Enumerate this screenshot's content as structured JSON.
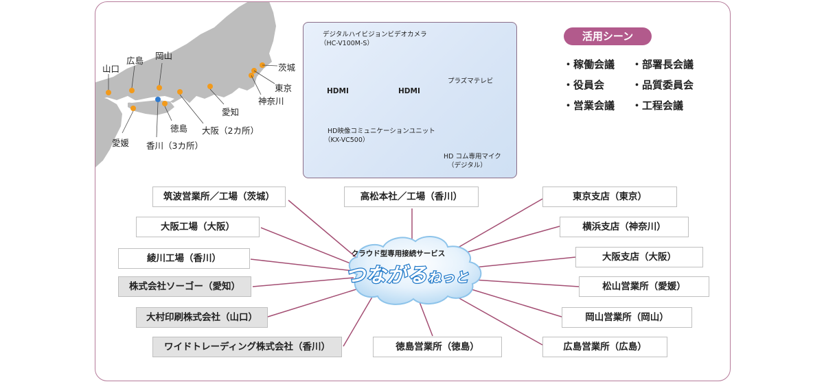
{
  "map": {
    "labels": {
      "yamaguchi": "山口",
      "hiroshima": "広島",
      "okayama": "岡山",
      "ibaraki": "茨城",
      "tokyo": "東京",
      "kanagawa": "神奈川",
      "aichi": "愛知",
      "tokushima": "徳島",
      "osaka": "大阪（2カ所）",
      "ehime": "愛媛",
      "kagawa": "香川（3カ所）"
    },
    "colors": {
      "land": "#bdbdbd",
      "site_dot": "#f29a1b",
      "hq_dot": "#2f7bd0"
    }
  },
  "equipment": {
    "camera": "デジタルハイビジョンビデオカメラ",
    "camera_model": "（HC-V100M-S）",
    "tv": "プラズマテレビ",
    "hdmi_left": "HDMI",
    "hdmi_right": "HDMI",
    "unit": "HD映像コミュニケーションユニット",
    "unit_model": "（KX-VC500）",
    "mic": "HD コム専用マイク",
    "mic_note": "（デジタル）"
  },
  "scenes": {
    "title": "活用シーン",
    "items": [
      "・稼働会議",
      "・部署長会議",
      "・役員会",
      "・品質委員会",
      "・営業会議",
      "・工程会議"
    ]
  },
  "cloud": {
    "subtitle": "クラウド型専用接続サービス",
    "name_main": "つながる",
    "name_sub": "ねっと"
  },
  "sites": {
    "left": [
      "筑波営業所／工場（茨城）",
      "大阪工場（大阪）",
      "綾川工場（香川）",
      "株式会社ソーゴー（愛知）",
      "大村印刷株式会社（山口）",
      "ワイドトレーディング株式会社（香川）"
    ],
    "top_center": "高松本社／工場（香川）",
    "bottom_center": "徳島営業所（徳島）",
    "right": [
      "東京支店（東京）",
      "横浜支店（神奈川）",
      "大阪支店（大阪）",
      "松山営業所（愛媛）",
      "岡山営業所（岡山）",
      "広島営業所（広島）"
    ]
  },
  "colors": {
    "frame": "#b57b9a",
    "connector": "#a34d72",
    "accent": "#b25a8c",
    "cloud_text": "#1f78c8"
  }
}
